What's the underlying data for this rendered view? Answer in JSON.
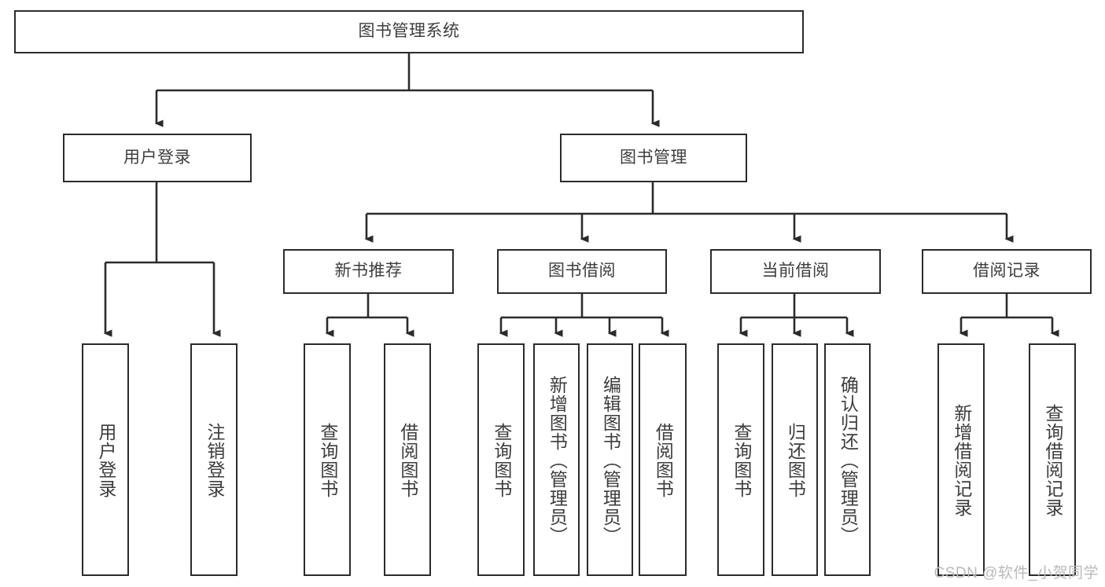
{
  "diagram": {
    "title": "图书管理系统",
    "type": "功能结构图",
    "watermark": "CSDN @软件_小贺同学",
    "colors": {
      "box_border": "#2b2b2b",
      "box_fill": "#ffffff",
      "text": "#3d3d3d",
      "edge": "#2b2b2b",
      "watermark": "#b9b9b9",
      "background": "#ffffff"
    }
  },
  "nodes": {
    "root": {
      "label": "图书管理系统"
    },
    "level2": [
      {
        "id": "user-login",
        "label": "用户登录"
      },
      {
        "id": "book-manage",
        "label": "图书管理"
      }
    ],
    "level3": [
      {
        "id": "new-book-rec",
        "label": "新书推荐"
      },
      {
        "id": "book-borrow",
        "label": "图书借阅"
      },
      {
        "id": "current-borrow",
        "label": "当前借阅"
      },
      {
        "id": "borrow-record",
        "label": "借阅记录"
      }
    ],
    "leaves": {
      "user_login": [
        {
          "id": "leaf-user-login",
          "label": "用户登录"
        },
        {
          "id": "leaf-logout-login",
          "label": "注销登录"
        }
      ],
      "new_book_rec": [
        {
          "id": "leaf-query-book-1",
          "label": "查询图书"
        },
        {
          "id": "leaf-borrow-book-1",
          "label": "借阅图书"
        }
      ],
      "book_borrow": [
        {
          "id": "leaf-query-book-2",
          "label": "查询图书"
        },
        {
          "id": "leaf-add-book",
          "label": "新增图书（管理员）"
        },
        {
          "id": "leaf-edit-book",
          "label": "编辑图书（管理员）"
        },
        {
          "id": "leaf-borrow-book-2",
          "label": "借阅图书"
        }
      ],
      "current_borrow": [
        {
          "id": "leaf-query-book-3",
          "label": "查询图书"
        },
        {
          "id": "leaf-return-book",
          "label": "归还图书"
        },
        {
          "id": "leaf-confirm-return",
          "label": "确认归还（管理员）"
        }
      ],
      "borrow_record": [
        {
          "id": "leaf-add-record",
          "label": "新增借阅记录"
        },
        {
          "id": "leaf-query-record",
          "label": "查询借阅记录"
        }
      ]
    }
  }
}
